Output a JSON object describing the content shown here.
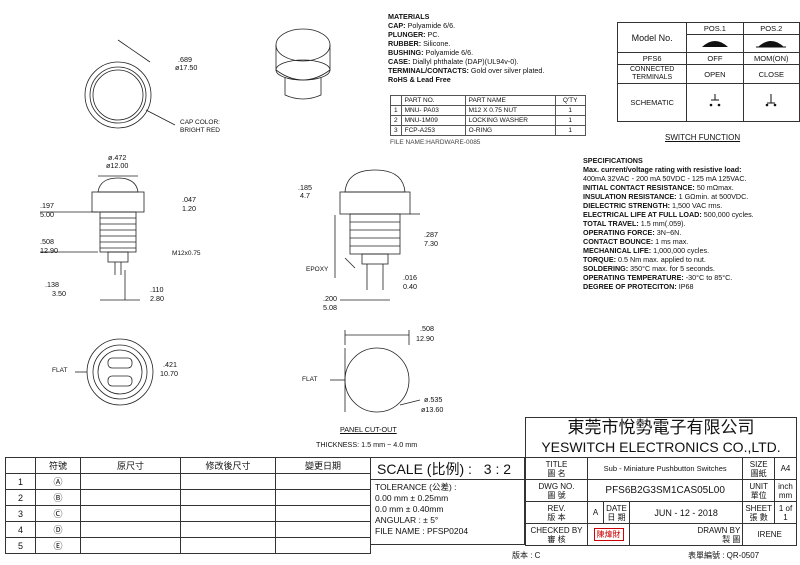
{
  "materials": {
    "heading": "MATERIALS",
    "lines": [
      {
        "k": "CAP:",
        "v": "Polyamide 6/6."
      },
      {
        "k": "PLUNGER:",
        "v": "PC."
      },
      {
        "k": "RUBBER:",
        "v": "Silicone."
      },
      {
        "k": "BUSHING:",
        "v": "Polyamide 6/6."
      },
      {
        "k": "CASE:",
        "v": "Diallyl phthalate (DAP)(UL94v-0)."
      },
      {
        "k": "TERMINAL/CONTACTS:",
        "v": "Gold over silver plated."
      },
      {
        "k": "RoHS & Lead Free",
        "v": ""
      }
    ],
    "table_header": [
      "",
      "PART NO.",
      "PART NAME",
      "Q'TY"
    ],
    "table_rows": [
      [
        "1",
        "MNU- PA03",
        "M12 X 0.75 NUT",
        "1"
      ],
      [
        "2",
        "MNU-1M09",
        "LOCKING WASHER",
        "1"
      ],
      [
        "3",
        "FCP-A253",
        "O-RING",
        "1"
      ]
    ],
    "file_name": "FILE NAME:HARDWARE-0085"
  },
  "switch_function": {
    "header": [
      "Model No.",
      "POS.1",
      "POS.2"
    ],
    "rows": [
      [
        "PFS6",
        "OFF",
        "MOM(ON)"
      ],
      [
        "CONNECTED TERMINALS",
        "OPEN",
        "CLOSE"
      ],
      [
        "SCHEMATIC",
        "",
        ""
      ]
    ],
    "caption": "SWITCH  FUNCTION"
  },
  "specs": {
    "heading": "SPECIFICATIONS",
    "lines": [
      {
        "k": "Max. current/voltage rating with resistive load:",
        "v": ""
      },
      {
        "k": "",
        "v": "400mA 32VAC - 200 mA 50VDC - 125 mA 125VAC."
      },
      {
        "k": "INITIAL CONTACT RESISTANCE:",
        "v": "50 mΩmax."
      },
      {
        "k": "INSULATION RESISTANCE:",
        "v": "1 GΩmin. at 500VDC."
      },
      {
        "k": "DIELECTRIC STRENGTH:",
        "v": "1,500 VAC rms."
      },
      {
        "k": "ELECTRICAL LIFE AT FULL LOAD:",
        "v": "500,000 cycles."
      },
      {
        "k": "TOTAL TRAVEL:",
        "v": "1.5 mm(.059)."
      },
      {
        "k": "OPERATING FORCE:",
        "v": "3N~6N."
      },
      {
        "k": "CONTACT BOUNCE:",
        "v": "1 ms max."
      },
      {
        "k": "MECHANICAL LIFE:",
        "v": "1,000,000  cycles."
      },
      {
        "k": "TORQUE:",
        "v": "0.5 Nm max. applied to nut."
      },
      {
        "k": "SOLDERING:",
        "v": "350°C max. for 5 seconds."
      },
      {
        "k": "OPERATING TEMPERATURE:",
        "v": "-30°C to 85°C."
      },
      {
        "k": "DEGREE OF PROTECITON:",
        "v": "IP68"
      }
    ]
  },
  "drawing": {
    "top_dia": ".689",
    "top_dia_mm": "ø17.50",
    "cap_color_1": "CAP COLOR:",
    "cap_color_2": "BRIGHT RED",
    "side_dia": "ø.472",
    "side_dia_mm": "ø12.00",
    "d197": ".197",
    "d197mm": "5.00",
    "d508": ".508",
    "d508mm": "12.90",
    "d138": ".138",
    "d138mm": "3.50",
    "d110": ".110",
    "d110mm": "2.80",
    "d047": ".047",
    "d047mm": "1.20",
    "thread": "M12x0.75",
    "d185": ".185",
    "d185mm": "4.7",
    "d287": ".287",
    "d287mm": "7.30",
    "epoxy": "EPOXY",
    "d016": ".016",
    "d016mm": "0.40",
    "d200": ".200",
    "d200mm": "5.08",
    "flat1": "FLAT",
    "d421": ".421",
    "d421mm": "10.70",
    "cut_508": ".508",
    "cut_1290": "12.90",
    "flat2": "FLAT",
    "cut_dia": "ø.535",
    "cut_dia_mm": "ø13.60",
    "panel_cutout": "PANEL CUT-OUT",
    "thickness": "THICKNESS: 1.5 mm ~ 4.0 mm"
  },
  "company": {
    "cn": "東莞市悅勢電子有限公司",
    "en": "YESWITCH ELECTRONICS CO.,LTD."
  },
  "revision": {
    "headers": [
      "符號",
      "原尺寸",
      "修改後尺寸",
      "變更日期"
    ],
    "rows": [
      "1",
      "2",
      "3",
      "4",
      "5"
    ],
    "symbols": [
      "Ⓐ",
      "Ⓑ",
      "Ⓒ",
      "Ⓓ",
      "Ⓔ"
    ]
  },
  "scale": {
    "label": "SCALE (比例) :",
    "value": "3 : 2"
  },
  "tolerance": {
    "title": "TOLERANCE (公差) :",
    "l1": "0.00  mm ±  0.25mm",
    "l2": "0.0   mm ±  0.40mm",
    "angular": "ANGULAR : ± 5°",
    "file": "FILE NAME :  PFSP0204"
  },
  "titleblock": {
    "title_label": "TITLE",
    "title_cn": "圖 名",
    "title": "Sub - Miniature Pushbutton Switches",
    "size_label": "SIZE",
    "size_cn": "圖紙",
    "size": "A4",
    "dwg_label": "DWG NO.",
    "dwg_cn": "圖 號",
    "dwg": "PFS6B2G3SM1CAS05L00",
    "unit_label": "UNIT",
    "unit_cn": "單位",
    "unit": "inch mm",
    "rev_label": "REV.",
    "rev_cn": "版 本",
    "rev": "A",
    "date_label": "DATE",
    "date_cn": "日 期",
    "date": "JUN - 12 - 2018",
    "sheet_label": "SHEET",
    "sheet_cn": "張 數",
    "sheet": "1 of 1",
    "checked_label": "CHECKED BY",
    "checked_cn": "審 核",
    "checked": "陳煒財",
    "drawn_label": "DRAWN BY",
    "drawn_cn": "製 圖",
    "drawn": "IRENE"
  },
  "footer": {
    "version": "版本 : C",
    "form": "表單編號 : QR-0507"
  }
}
